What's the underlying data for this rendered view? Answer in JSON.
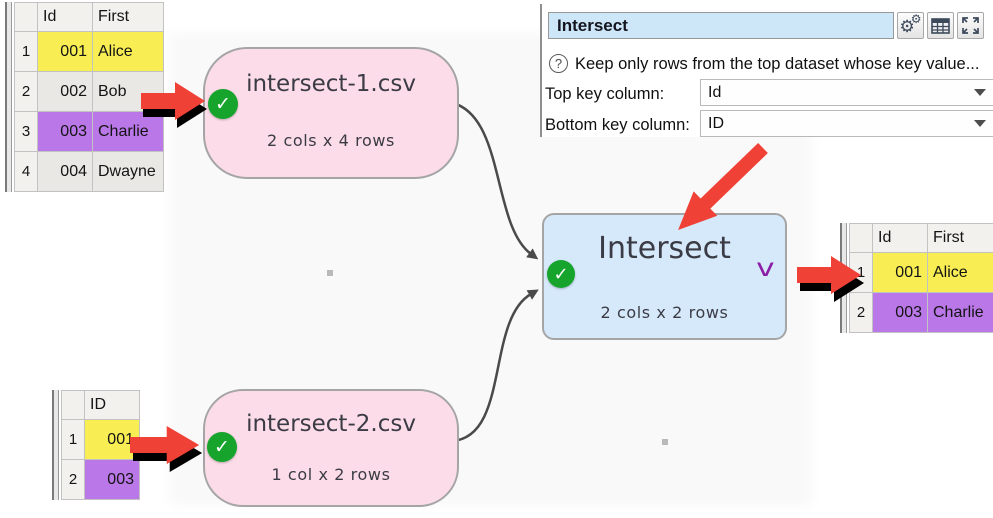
{
  "panel": {
    "title_value": "Intersect",
    "help_icon": "?",
    "help_text": "Keep only rows from the top dataset whose key value...",
    "fields": [
      {
        "label": "Top key column:",
        "value": "Id"
      },
      {
        "label": "Bottom key column:",
        "value": "ID"
      }
    ]
  },
  "nodes": {
    "input1": {
      "title": "intersect-1.csv",
      "subtitle": "2 cols x 4 rows",
      "status_icon": "✓"
    },
    "input2": {
      "title": "intersect-2.csv",
      "subtitle": "1 col x 2 rows",
      "status_icon": "✓"
    },
    "transform": {
      "title": "Intersect",
      "subtitle": "2 cols x 2 rows",
      "status_icon": "✓",
      "chevron": "v"
    }
  },
  "tables": {
    "top_left": {
      "headers": {
        "corner": "",
        "id": "Id",
        "first": "First"
      },
      "rows": [
        {
          "num": "1",
          "id": "001",
          "first": "Alice",
          "highlight": "yellow"
        },
        {
          "num": "2",
          "id": "002",
          "first": "Bob",
          "highlight": "gray"
        },
        {
          "num": "3",
          "id": "003",
          "first": "Charlie",
          "highlight": "purple"
        },
        {
          "num": "4",
          "id": "004",
          "first": "Dwayne",
          "highlight": "gray"
        }
      ]
    },
    "bottom_left": {
      "headers": {
        "corner": "",
        "id": "ID"
      },
      "rows": [
        {
          "num": "1",
          "id": "001",
          "highlight": "yellow"
        },
        {
          "num": "2",
          "id": "003",
          "highlight": "purple"
        }
      ]
    },
    "output": {
      "headers": {
        "corner": "",
        "id": "Id",
        "first": "First"
      },
      "rows": [
        {
          "num": "1",
          "id": "001",
          "first": "Alice",
          "highlight": "yellow"
        },
        {
          "num": "2",
          "id": "003",
          "first": "Charlie",
          "highlight": "purple"
        }
      ]
    }
  },
  "icons": {
    "settings-icon": "⚙",
    "grid-view-icon": "table-grid",
    "expand-icon": "four-arrows",
    "help-icon": "?",
    "check-icon": "✓",
    "chevron-down-icon": "v",
    "annotation-arrow-icon": "red-arrow"
  },
  "colors": {
    "row_yellow": "#f8ee54",
    "row_purple": "#ba77e8",
    "row_gray": "#e9e8e4",
    "node_pink": "#fbdce8",
    "node_blue": "#d6e9fa",
    "status_green": "#16a42d",
    "arrow_red": "#f04137",
    "chevron_purple": "#8b1fa8",
    "title_field_blue": "#cde6f8"
  }
}
